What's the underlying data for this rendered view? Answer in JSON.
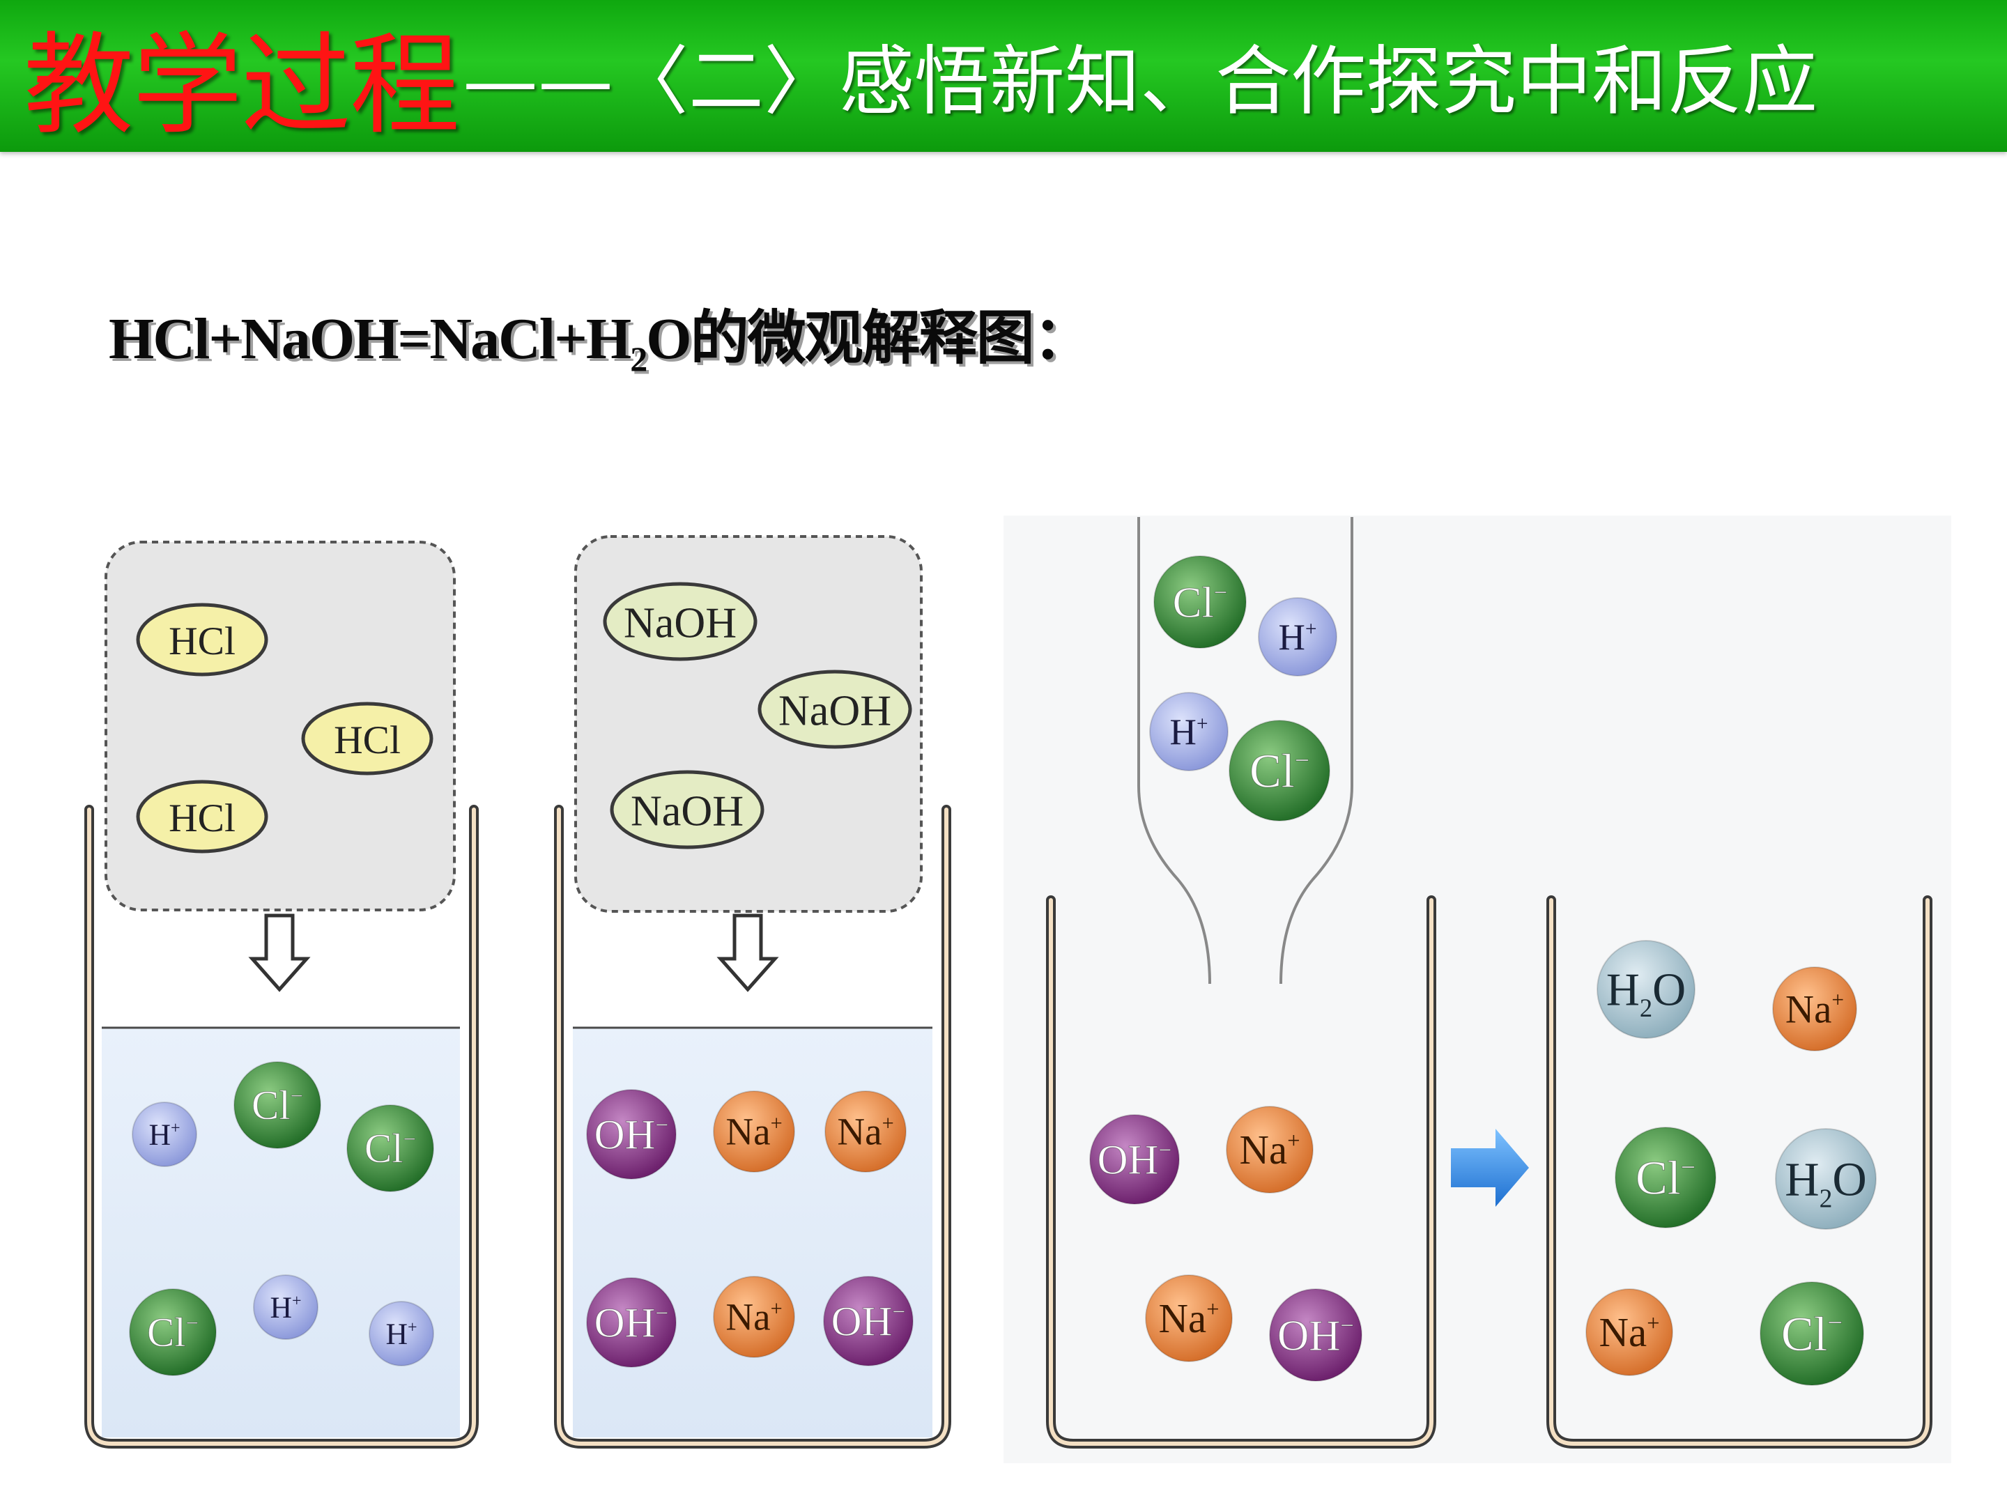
{
  "header": {
    "title_main": "教学过程",
    "title_sub": "——〈二〉感悟新知、合作探究中和反应"
  },
  "equation": {
    "text_before": "HCl+NaOH=NaCl+H",
    "subscript": "2",
    "text_after": "O的微观解释图："
  },
  "colors": {
    "banner": "#1cb81c",
    "title_red": "#ff1414",
    "hcl_molecule": "#f5f0a8",
    "naoh_molecule": "#e4ecc4",
    "H_plus": "#a8b4e8",
    "Cl_minus": "#3c8a3c",
    "OH_minus": "#8e3c8e",
    "Na_plus": "#ec8a44",
    "H2O": "#a8c4d0",
    "arrow": "#3a8ee0"
  },
  "beakers": [
    {
      "name": "hcl",
      "molecules": [
        {
          "label": "HCl"
        },
        {
          "label": "HCl"
        },
        {
          "label": "HCl"
        }
      ],
      "ions": [
        {
          "base": "H",
          "sup": "+",
          "kind": "H_plus"
        },
        {
          "base": "Cl",
          "sup": "−",
          "kind": "Cl_minus"
        },
        {
          "base": "Cl",
          "sup": "−",
          "kind": "Cl_minus"
        },
        {
          "base": "Cl",
          "sup": "−",
          "kind": "Cl_minus"
        },
        {
          "base": "H",
          "sup": "+",
          "kind": "H_plus"
        },
        {
          "base": "H",
          "sup": "+",
          "kind": "H_plus"
        }
      ]
    },
    {
      "name": "naoh",
      "molecules": [
        {
          "label": "NaOH"
        },
        {
          "label": "NaOH"
        },
        {
          "label": "NaOH"
        }
      ],
      "ions": [
        {
          "base": "OH",
          "sup": "−",
          "kind": "OH_minus"
        },
        {
          "base": "Na",
          "sup": "+",
          "kind": "Na_plus"
        },
        {
          "base": "Na",
          "sup": "+",
          "kind": "Na_plus"
        },
        {
          "base": "OH",
          "sup": "−",
          "kind": "OH_minus"
        },
        {
          "base": "Na",
          "sup": "+",
          "kind": "Na_plus"
        },
        {
          "base": "OH",
          "sup": "−",
          "kind": "OH_minus"
        }
      ]
    },
    {
      "name": "mixing",
      "dropper_ions": [
        {
          "base": "Cl",
          "sup": "−",
          "kind": "Cl_minus"
        },
        {
          "base": "H",
          "sup": "+",
          "kind": "H_plus"
        },
        {
          "base": "H",
          "sup": "+",
          "kind": "H_plus"
        },
        {
          "base": "Cl",
          "sup": "−",
          "kind": "Cl_minus"
        }
      ],
      "ions": [
        {
          "base": "OH",
          "sup": "−",
          "kind": "OH_minus"
        },
        {
          "base": "Na",
          "sup": "+",
          "kind": "Na_plus"
        },
        {
          "base": "Na",
          "sup": "+",
          "kind": "Na_plus"
        },
        {
          "base": "OH",
          "sup": "−",
          "kind": "OH_minus"
        }
      ]
    },
    {
      "name": "product",
      "ions": [
        {
          "base": "H",
          "sub": "2",
          "after": "O",
          "kind": "H2O"
        },
        {
          "base": "Na",
          "sup": "+",
          "kind": "Na_plus"
        },
        {
          "base": "Cl",
          "sup": "−",
          "kind": "Cl_minus"
        },
        {
          "base": "H",
          "sub": "2",
          "after": "O",
          "kind": "H2O"
        },
        {
          "base": "Na",
          "sup": "+",
          "kind": "Na_plus"
        },
        {
          "base": "Cl",
          "sup": "−",
          "kind": "Cl_minus"
        }
      ]
    }
  ]
}
